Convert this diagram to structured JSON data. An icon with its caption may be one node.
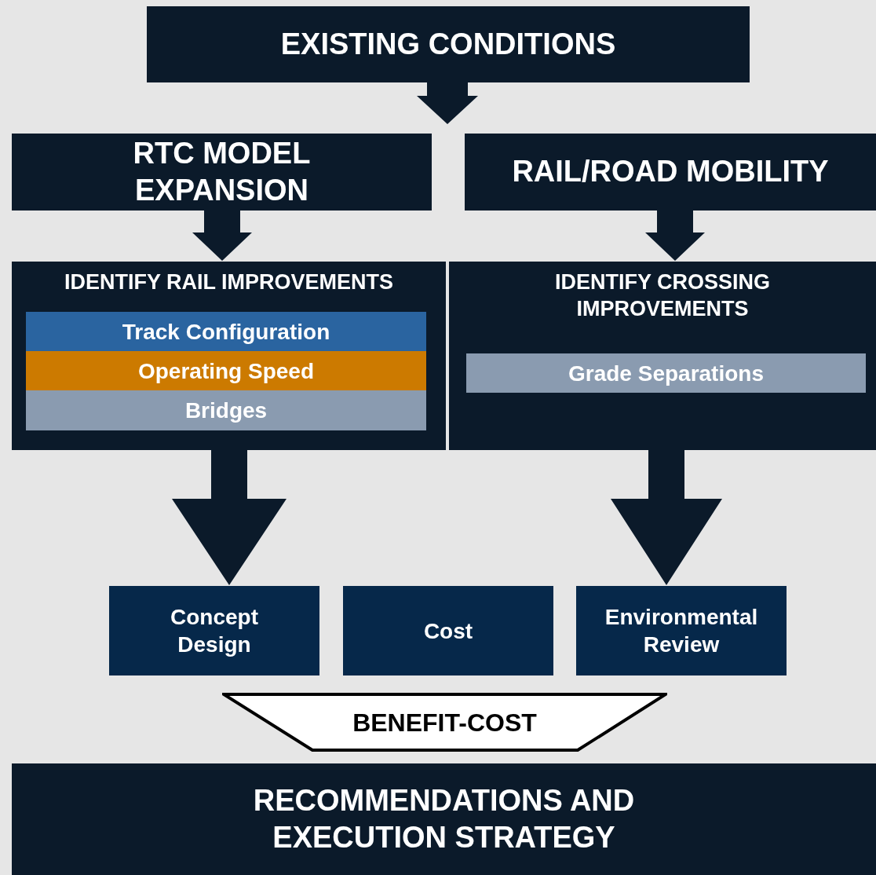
{
  "diagram": {
    "nodes": [
      {
        "text": [
          "EXISTING CONDITIONS"
        ]
      },
      {
        "text": [
          "RTC MODEL EXPANSION"
        ]
      },
      {
        "text": [
          "RAIL/ROAD MOBILITY"
        ]
      },
      {
        "text": [
          "IDENTIFY RAIL IMPROVEMENTS"
        ]
      },
      {
        "text": [
          "Track Configuration"
        ],
        "in": 3
      },
      {
        "text": [
          "Operating Speed"
        ],
        "in": 3
      },
      {
        "text": [
          "Bridges"
        ],
        "in": 3
      },
      {
        "text": [
          "IDENTIFY CROSSING IMPROVEMENTS"
        ]
      },
      {
        "text": [
          "Grade Separations"
        ],
        "in": 7
      },
      {
        "text": [
          "Concept Design"
        ]
      },
      {
        "text": [
          "Cost"
        ]
      },
      {
        "text": [
          "Environmental Review"
        ]
      },
      {
        "text": [
          "BENEFIT-COST"
        ]
      },
      {
        "text": [
          "RECOMMENDATIONS AND EXECUTION STRATEGY"
        ]
      }
    ],
    "edges": [
      {
        "from": 0,
        "to": 1,
        "arrow": "to"
      },
      {
        "from": 0,
        "to": 2,
        "arrow": "to"
      },
      {
        "from": 1,
        "to": 3,
        "arrow": "to"
      },
      {
        "from": 2,
        "to": 7,
        "arrow": "to"
      },
      {
        "from": 3,
        "to": 9,
        "arrow": "to"
      },
      {
        "from": 7,
        "to": 11,
        "arrow": "to"
      }
    ]
  }
}
